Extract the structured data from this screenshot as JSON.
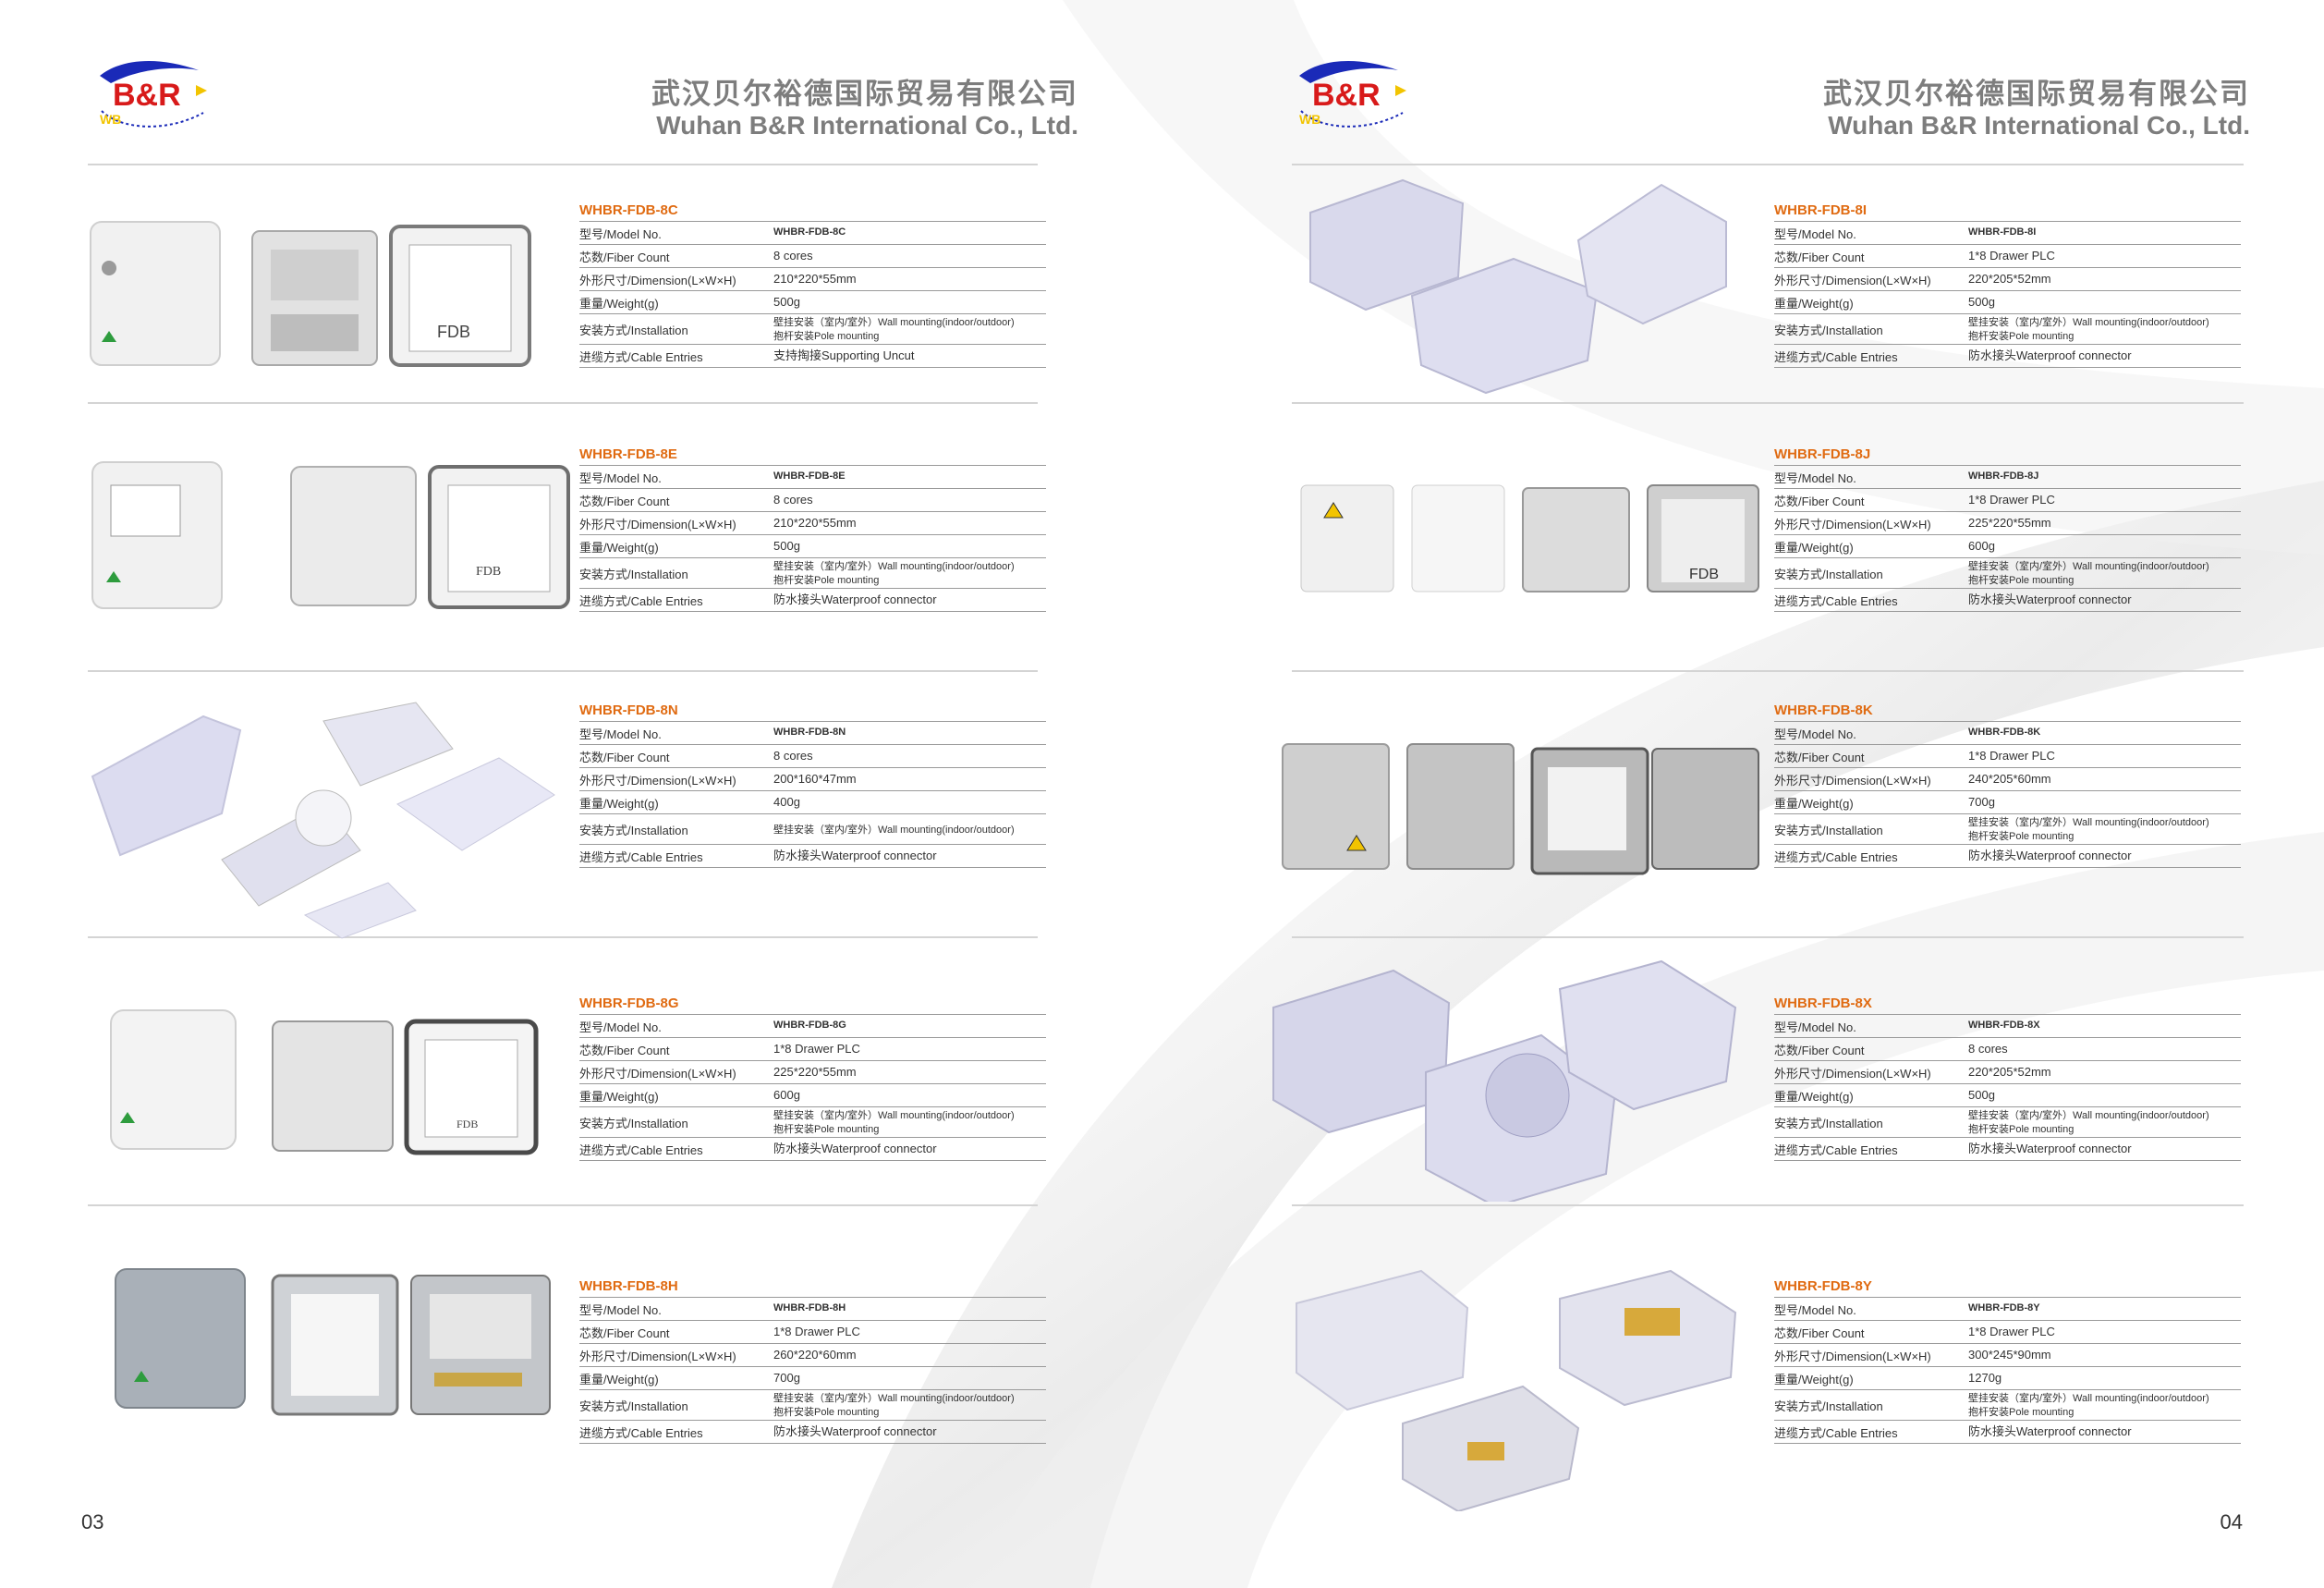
{
  "company": {
    "name_cn": "武汉贝尔裕德国际贸易有限公司",
    "name_en": "Wuhan B&R International Co., Ltd.",
    "logo_text": "B&R",
    "logo_sub": "WB"
  },
  "labels": {
    "model": "型号/Model No.",
    "fiber": "芯数/Fiber Count",
    "dimension": "外形尺寸/Dimension(L×W×H)",
    "weight": "重量/Weight(g)",
    "installation": "安装方式/Installation",
    "cable": "进缆方式/Cable Entries"
  },
  "pages": [
    {
      "number": "03",
      "products": [
        {
          "title": "WHBR-FDB-8C",
          "model": "WHBR-FDB-8C",
          "fiber": "8 cores",
          "dimension": "210*220*55mm",
          "weight": "500g",
          "install_1": "壁挂安装（室内/室外）Wall mounting(indoor/outdoor)",
          "install_2": "抱杆安装Pole mounting",
          "cable": "支持掏接Supporting Uncut",
          "img_label": "FDB"
        },
        {
          "title": "WHBR-FDB-8E",
          "model": "WHBR-FDB-8E",
          "fiber": "8 cores",
          "dimension": "210*220*55mm",
          "weight": "500g",
          "install_1": "壁挂安装（室内/室外）Wall mounting(indoor/outdoor)",
          "install_2": "抱杆安装Pole mounting",
          "cable": "防水接头Waterproof connector",
          "img_label": "FDB"
        },
        {
          "title": "WHBR-FDB-8N",
          "model": "WHBR-FDB-8N",
          "fiber": "8 cores",
          "dimension": "200*160*47mm",
          "weight": "400g",
          "install_1": "壁挂安装（室内/室外）Wall mounting(indoor/outdoor)",
          "install_2": "",
          "cable": "防水接头Waterproof connector",
          "img_label": ""
        },
        {
          "title": "WHBR-FDB-8G",
          "model": "WHBR-FDB-8G",
          "fiber": "1*8 Drawer PLC",
          "dimension": "225*220*55mm",
          "weight": "600g",
          "install_1": "壁挂安装（室内/室外）Wall mounting(indoor/outdoor)",
          "install_2": "抱杆安装Pole mounting",
          "cable": "防水接头Waterproof connector",
          "img_label": "FDB"
        },
        {
          "title": "WHBR-FDB-8H",
          "model": "WHBR-FDB-8H",
          "fiber": "1*8 Drawer PLC",
          "dimension": "260*220*60mm",
          "weight": "700g",
          "install_1": "壁挂安装（室内/室外）Wall mounting(indoor/outdoor)",
          "install_2": "抱杆安装Pole mounting",
          "cable": "防水接头Waterproof connector",
          "img_label": ""
        }
      ]
    },
    {
      "number": "04",
      "products": [
        {
          "title": "WHBR-FDB-8I",
          "model": "WHBR-FDB-8I",
          "fiber": "1*8 Drawer PLC",
          "dimension": "220*205*52mm",
          "weight": "500g",
          "install_1": "壁挂安装（室内/室外）Wall mounting(indoor/outdoor)",
          "install_2": "抱杆安装Pole mounting",
          "cable": "防水接头Waterproof connector",
          "img_label": ""
        },
        {
          "title": "WHBR-FDB-8J",
          "model": "WHBR-FDB-8J",
          "fiber": "1*8 Drawer PLC",
          "dimension": "225*220*55mm",
          "weight": "600g",
          "install_1": "壁挂安装（室内/室外）Wall mounting(indoor/outdoor)",
          "install_2": "抱杆安装Pole mounting",
          "cable": "防水接头Waterproof connector",
          "img_label": "FDB"
        },
        {
          "title": "WHBR-FDB-8K",
          "model": "WHBR-FDB-8K",
          "fiber": "1*8 Drawer PLC",
          "dimension": "240*205*60mm",
          "weight": "700g",
          "install_1": "壁挂安装（室内/室外）Wall mounting(indoor/outdoor)",
          "install_2": "抱杆安装Pole mounting",
          "cable": "防水接头Waterproof connector",
          "img_label": ""
        },
        {
          "title": "WHBR-FDB-8X",
          "model": "WHBR-FDB-8X",
          "fiber": "8 cores",
          "dimension": "220*205*52mm",
          "weight": "500g",
          "install_1": "壁挂安装（室内/室外）Wall mounting(indoor/outdoor)",
          "install_2": "抱杆安装Pole mounting",
          "cable": "防水接头Waterproof connector",
          "img_label": ""
        },
        {
          "title": "WHBR-FDB-8Y",
          "model": "WHBR-FDB-8Y",
          "fiber": "1*8 Drawer PLC",
          "dimension": "300*245*90mm",
          "weight": "1270g",
          "install_1": "壁挂安装（室内/室外）Wall mounting(indoor/outdoor)",
          "install_2": "抱杆安装Pole mounting",
          "cable": "防水接头Waterproof connector",
          "img_label": ""
        }
      ]
    }
  ],
  "colors": {
    "accent": "#e06b12",
    "rule": "#9a9a9a",
    "header_text": "#7d7d7d",
    "logo_blue": "#1a2ab8",
    "logo_red": "#d81a1a",
    "logo_yellow": "#f2c400"
  }
}
